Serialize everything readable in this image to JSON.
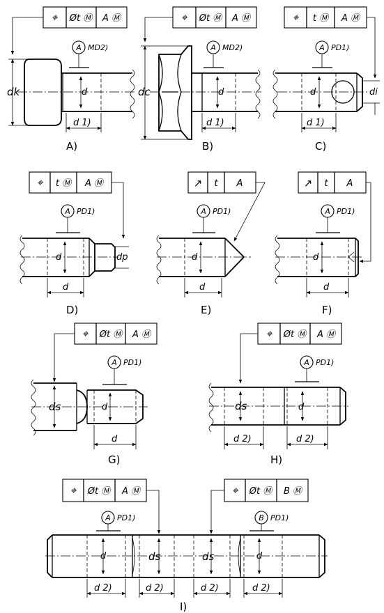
{
  "symbols": {
    "position": "⌖",
    "runout": "↗",
    "dia_t_m": "Øt Ⓜ",
    "t_m": "t Ⓜ",
    "t": "t",
    "a_m": "A Ⓜ",
    "b_m": "B Ⓜ",
    "a": "A",
    "datum_a": "A",
    "datum_b": "B"
  },
  "labels": {
    "md2": "MD2)",
    "pd1": "PD1)",
    "d": "d",
    "d1": "d 1)",
    "d2": "d 2)",
    "dk": "dk",
    "dc": "dc",
    "dp": "dp",
    "ds": "ds",
    "di": "di"
  },
  "captions": {
    "a": "A)",
    "b": "B)",
    "c": "C)",
    "d": "D)",
    "e": "E)",
    "f": "F)",
    "g": "G)",
    "h": "H)",
    "i": "I)"
  }
}
